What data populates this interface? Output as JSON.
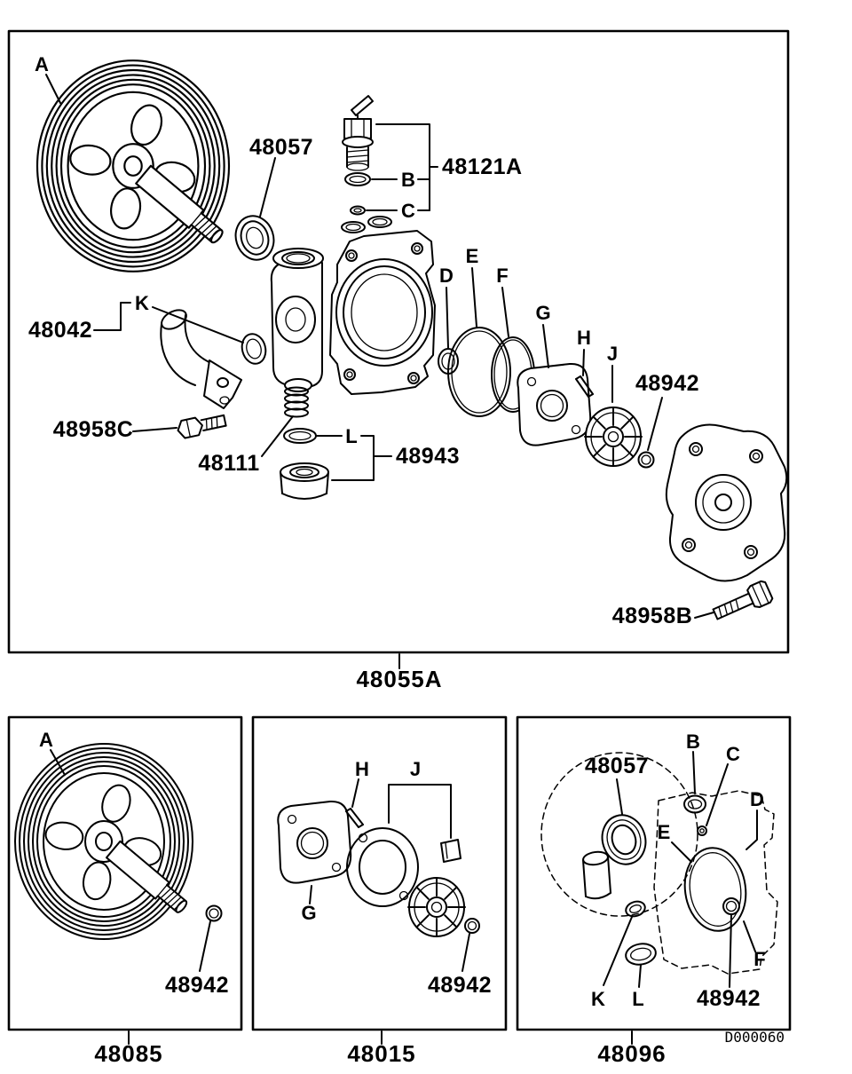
{
  "doc": {
    "code": "D000060"
  },
  "panels": {
    "main": {
      "caption": "48055A",
      "labels": {
        "a": "A",
        "b": "B",
        "c": "C",
        "d": "D",
        "e": "E",
        "f": "F",
        "g": "G",
        "h": "H",
        "j": "J",
        "k": "K",
        "l": "L",
        "p48057": "48057",
        "p48121a": "48121A",
        "p48042": "48042",
        "p48958c": "48958C",
        "p48111": "48111",
        "p48943": "48943",
        "p48942": "48942",
        "p48958b": "48958B"
      }
    },
    "pulley": {
      "caption": "48085",
      "labels": {
        "a": "A",
        "p48942": "48942"
      }
    },
    "cartridge": {
      "caption": "48015",
      "labels": {
        "g": "G",
        "h": "H",
        "j": "J",
        "p48942": "48942"
      }
    },
    "sealkit": {
      "caption": "48096",
      "labels": {
        "p48057": "48057",
        "b": "B",
        "c": "C",
        "d": "D",
        "e": "E",
        "f": "F",
        "k": "K",
        "l": "L",
        "p48942": "48942"
      }
    }
  }
}
